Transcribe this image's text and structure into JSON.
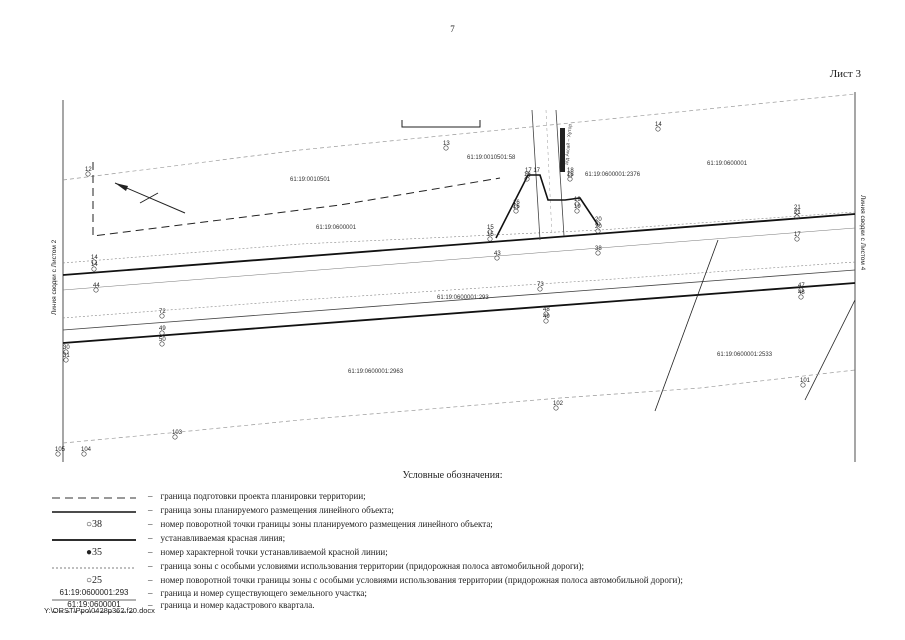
{
  "page_number": "7",
  "sheet_label": "Лист 3",
  "map": {
    "left_match_line": "Линия сводки с Листом 2",
    "right_match_line": "Линия сводки с Листом 4",
    "road_label": "а/д Аксай – Хутор",
    "cadastral": {
      "parcel_road": "61:19:0600001:293",
      "parcel_south": "61:19:0600001:2963",
      "parcel_se": "61:19:0600001:2533",
      "parcel_ne": "61:19:0600001:2376",
      "quarter_n": "61:19:0010501:58",
      "quarter_nw": "61:19:0010501",
      "quarter_ne": "61:19:0600001",
      "quarter_mid": "61:19:0600001"
    },
    "point_labels": [
      "12",
      "13",
      "14",
      "16",
      "17 17",
      "18",
      "18",
      "16",
      "16",
      "19",
      "19",
      "20",
      "20",
      "15",
      "15",
      "43",
      "73",
      "14",
      "14",
      "44",
      "21",
      "21",
      "17",
      "47",
      "48",
      "48",
      "49",
      "72",
      "49",
      "50",
      "30",
      "31",
      "101",
      "102",
      "103",
      "105",
      "104",
      "38"
    ]
  },
  "legend": {
    "title": "Условные обозначения:",
    "dash": "–",
    "items": [
      {
        "symbol": "",
        "desc": "граница подготовки проекта планировки территории;"
      },
      {
        "symbol": "",
        "desc": "граница зоны планируемого размещения линейного объекта;"
      },
      {
        "symbol": "○38",
        "desc": "номер поворотной точки границы зоны планируемого размещения линейного объекта;"
      },
      {
        "symbol": "",
        "desc": "устанавливаемая красная линия;"
      },
      {
        "symbol": "●35",
        "desc": "номер характерной точки устанавливаемой красной линии;"
      },
      {
        "symbol": "",
        "desc": "граница зоны с особыми условиями использования территории (придорожная полоса автомобильной дороги);"
      },
      {
        "symbol": "○25",
        "desc": "номер поворотной точки границы зоны с особыми условиями использования территории (придорожная полоса автомобильной дороги);"
      },
      {
        "symbol": "61:19:0600001:293",
        "desc": "граница и номер существующего земельного участка;"
      },
      {
        "symbol": "61:19:0600001",
        "desc": "граница и номер кадастрового квартала."
      }
    ]
  },
  "footer_path": "Y:\\ORST\\Ppo\\0428p362.f20.docx"
}
